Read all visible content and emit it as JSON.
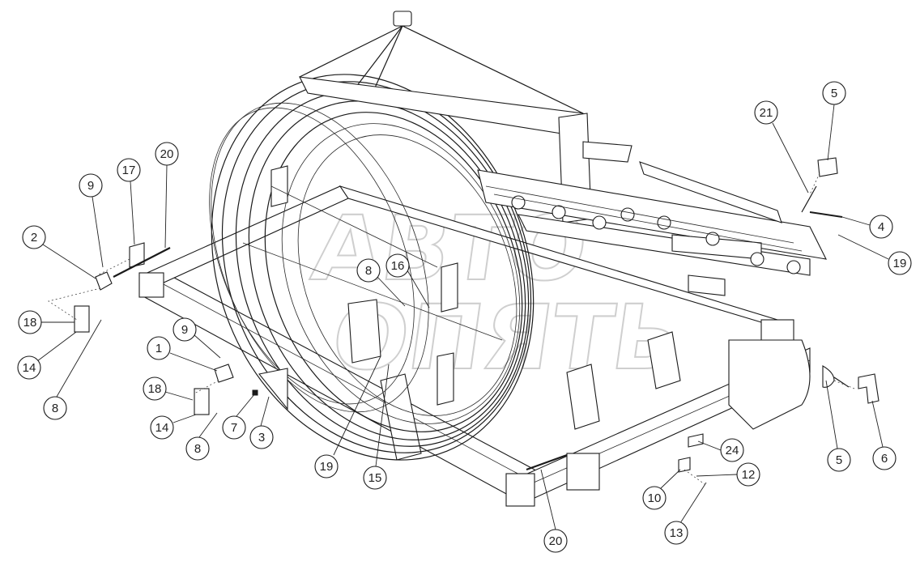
{
  "drawing": {
    "watermark_line1": "АВТО",
    "watermark_line2": "ОПЯТЬ"
  },
  "callouts": [
    {
      "label": "1"
    },
    {
      "label": "2"
    },
    {
      "label": "3"
    },
    {
      "label": "4"
    },
    {
      "label": "5"
    },
    {
      "label": "5"
    },
    {
      "label": "6"
    },
    {
      "label": "7"
    },
    {
      "label": "8"
    },
    {
      "label": "8"
    },
    {
      "label": "8"
    },
    {
      "label": "9"
    },
    {
      "label": "9"
    },
    {
      "label": "10"
    },
    {
      "label": "12"
    },
    {
      "label": "13"
    },
    {
      "label": "14"
    },
    {
      "label": "14"
    },
    {
      "label": "15"
    },
    {
      "label": "16"
    },
    {
      "label": "17"
    },
    {
      "label": "18"
    },
    {
      "label": "18"
    },
    {
      "label": "19"
    },
    {
      "label": "19"
    },
    {
      "label": "20"
    },
    {
      "label": "20"
    },
    {
      "label": "21"
    },
    {
      "label": "24"
    }
  ]
}
